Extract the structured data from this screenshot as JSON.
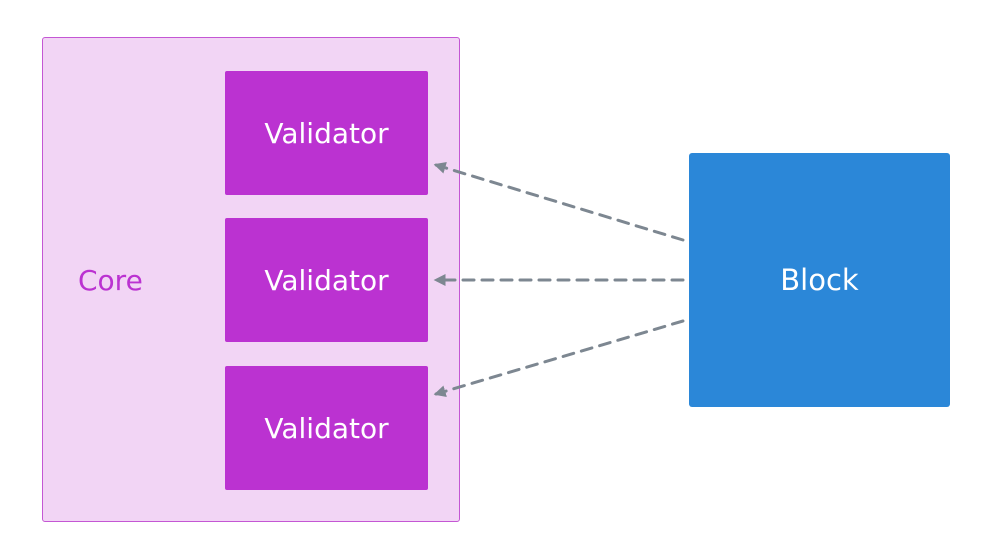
{
  "diagram": {
    "container": {
      "label": "Core",
      "fill": "#f2d5f5",
      "border": "#c457d4",
      "text_color": "#bb32d1"
    },
    "validators": [
      {
        "label": "Validator"
      },
      {
        "label": "Validator"
      },
      {
        "label": "Validator"
      }
    ],
    "validator_color": "#bb32d1",
    "source": {
      "label": "Block",
      "color": "#2b87d8"
    },
    "connector_color": "#7d8791",
    "connector_style": "dashed"
  }
}
